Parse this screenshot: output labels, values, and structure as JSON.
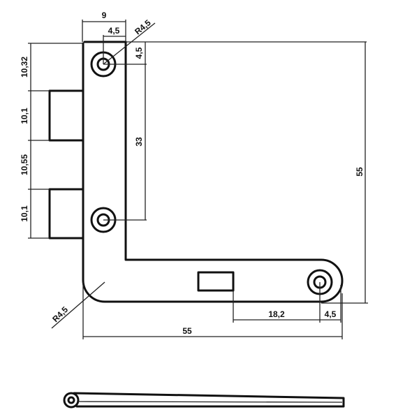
{
  "drawing": {
    "dimensions": {
      "top_width": "9",
      "hole_offset_top": "4,5",
      "radius_top": "R4,5",
      "hole_offset_vertical": "4,5",
      "left_stack_1": "10,32",
      "left_stack_2": "10,1",
      "left_stack_3": "10,55",
      "left_stack_4": "10,1",
      "hole_spacing": "33",
      "overall_height": "55",
      "radius_bottom": "R4,5",
      "slot_offset": "18,2",
      "hole_offset_horizontal": "4,5",
      "overall_width": "55"
    }
  }
}
